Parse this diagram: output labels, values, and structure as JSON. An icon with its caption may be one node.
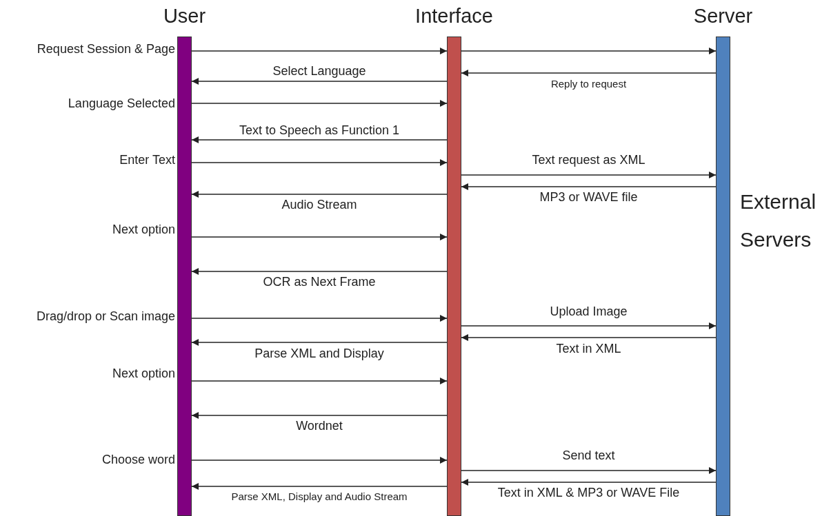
{
  "diagram": {
    "nodes": [
      {
        "text": [
          "User"
        ]
      },
      {
        "text": [
          "Interface"
        ]
      },
      {
        "text": [
          "Server"
        ],
        "beside": [
          "External Servers"
        ]
      }
    ],
    "edges": [
      {
        "from": 0,
        "to": 1,
        "arrow": "to",
        "label": "Request Session & Page"
      },
      {
        "from": 1,
        "to": 2,
        "arrow": "to"
      },
      {
        "from": 2,
        "to": 1,
        "arrow": "to",
        "label": "Reply to request"
      },
      {
        "from": 1,
        "to": 0,
        "arrow": "to",
        "label": "Select Language"
      },
      {
        "from": 0,
        "to": 1,
        "arrow": "to",
        "label": "Language Selected"
      },
      {
        "from": 1,
        "to": 0,
        "arrow": "to",
        "label": "Text to Speech as Function 1"
      },
      {
        "from": 0,
        "to": 1,
        "arrow": "to",
        "label": "Enter Text"
      },
      {
        "from": 1,
        "to": 2,
        "arrow": "to",
        "label": "Text request as XML"
      },
      {
        "from": 2,
        "to": 1,
        "arrow": "to",
        "label": "MP3 or WAVE file"
      },
      {
        "from": 1,
        "to": 0,
        "arrow": "to",
        "label": "Audio Stream"
      },
      {
        "from": 0,
        "to": 1,
        "arrow": "to",
        "label": "Next option"
      },
      {
        "from": 1,
        "to": 0,
        "arrow": "to",
        "label": "OCR as Next Frame"
      },
      {
        "from": 0,
        "to": 1,
        "arrow": "to",
        "label": "Drag/drop or Scan image"
      },
      {
        "from": 1,
        "to": 2,
        "arrow": "to",
        "label": "Upload Image"
      },
      {
        "from": 2,
        "to": 1,
        "arrow": "to",
        "label": "Text in XML"
      },
      {
        "from": 1,
        "to": 0,
        "arrow": "to",
        "label": "Parse XML and Display"
      },
      {
        "from": 0,
        "to": 1,
        "arrow": "to",
        "label": "Next option"
      },
      {
        "from": 1,
        "to": 0,
        "arrow": "to",
        "label": "Wordnet"
      },
      {
        "from": 0,
        "to": 1,
        "arrow": "to",
        "label": "Choose word"
      },
      {
        "from": 1,
        "to": 2,
        "arrow": "to",
        "label": "Send text"
      },
      {
        "from": 2,
        "to": 1,
        "arrow": "to",
        "label": "Text in XML & MP3 or WAVE File"
      },
      {
        "from": 1,
        "to": 0,
        "arrow": "to",
        "label": "Parse XML, Display and Audio Stream"
      }
    ]
  }
}
